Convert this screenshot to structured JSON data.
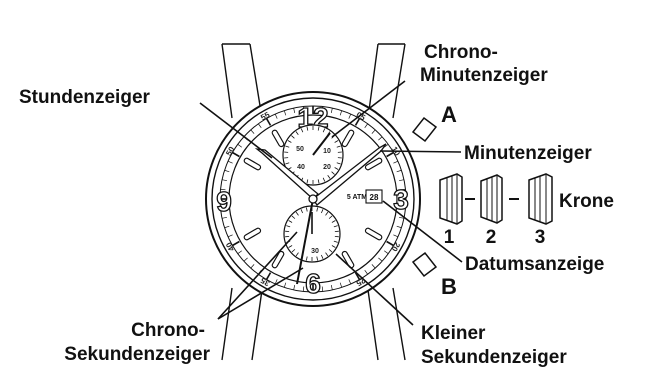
{
  "labels": {
    "chrono_minute": [
      "Chrono-",
      "Minutenzeiger"
    ],
    "hour_hand": "Stundenzeiger",
    "button_a": "A",
    "minute_hand": "Minutenzeiger",
    "crown": "Krone",
    "crown_positions": [
      "1",
      "2",
      "3"
    ],
    "date_display": "Datumsanzeige",
    "button_b": "B",
    "chrono_second": [
      "Chrono-",
      "Sekundenzeiger"
    ],
    "small_second": [
      "Kleiner",
      "Sekundenzeiger"
    ]
  },
  "dial": {
    "minute_track": [
      "05",
      "10",
      "20",
      "25",
      "35",
      "40",
      "50",
      "55"
    ],
    "big_numerals": [
      "12",
      "3",
      "6",
      "9"
    ],
    "water_resistance": "5 ATM",
    "date_value": "28",
    "upper_subdial": [
      "10",
      "20",
      "40",
      "50"
    ],
    "lower_subdial": [
      "30"
    ]
  }
}
